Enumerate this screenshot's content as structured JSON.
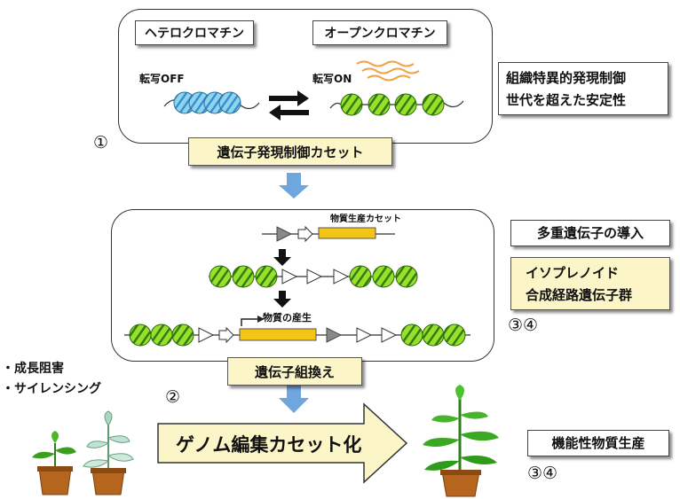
{
  "panel1": {
    "heterochromatin": "ヘテロクロマチン",
    "open_chromatin": "オープンクロマチン",
    "transcription_off": "転写OFF",
    "transcription_on": "転写ON",
    "cassette_label": "遺伝子発現制御カセット",
    "number": "①"
  },
  "side1": {
    "line1": "組織特異的発現制御",
    "line2": "世代を超えた安定性"
  },
  "panel2": {
    "cassette_small": "物質生産カセット",
    "production_label": "物質の産生",
    "recombination_label": "遺伝子組換え"
  },
  "side2": {
    "multi_gene": "多重遺伝子の導入",
    "isoprenoid_line1": "イソプレノイド",
    "isoprenoid_line2": "合成経路遺伝子群",
    "refs": "③④"
  },
  "left_notes": {
    "note1": "・成長阻害",
    "note2": "・サイレンシング"
  },
  "number2": "②",
  "genome_label": "ゲノム編集カセット化",
  "bottom_right": {
    "label": "機能性物質生産",
    "refs": "③④"
  },
  "colors": {
    "heterochromatin_blue": "#8fd3ef",
    "open_green": "#9ae02a",
    "cassette_yellow": "#f5c515",
    "cream": "#fbf5c8",
    "arrow_blue": "#6fa6de"
  }
}
